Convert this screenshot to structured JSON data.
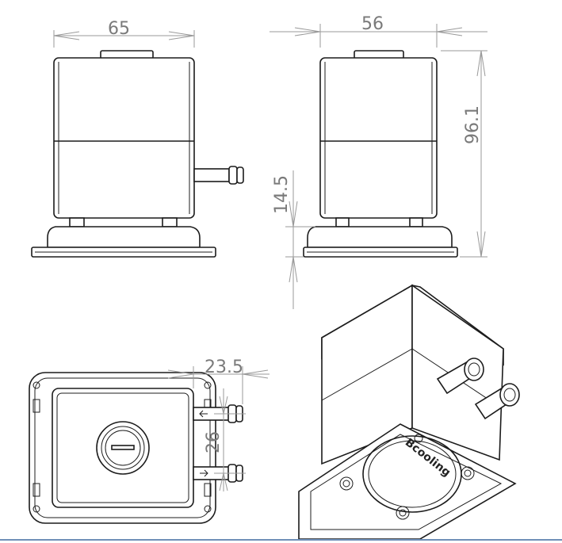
{
  "dimensions": {
    "front_width": "65",
    "side_width": "56",
    "height": "96.1",
    "base_height": "14.5",
    "port_offset": "23.5",
    "port_spacing": "26"
  },
  "brand": {
    "logo_text": "Bcooling"
  },
  "colors": {
    "outline": "#1c1c1c",
    "dimension": "#9a9a9a",
    "accent_line": "#6f8fb8"
  }
}
